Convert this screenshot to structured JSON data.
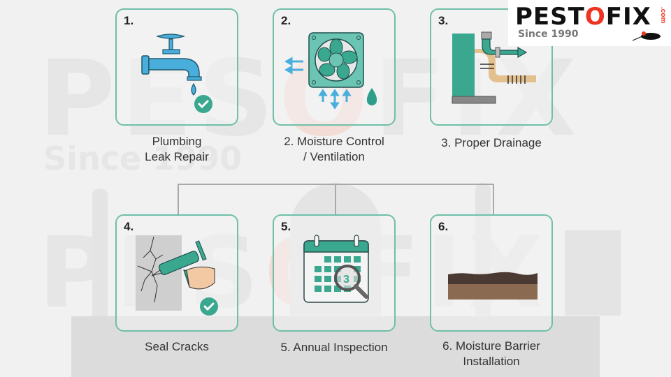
{
  "watermark": {
    "text": "PESTOFIX",
    "subtext": "Since 1990",
    "domain": ".com"
  },
  "logo": {
    "brand_prefix": "PEST",
    "brand_o": "O",
    "brand_suffix": "FIX",
    "tagline": "Since 1990",
    "domain": ".com"
  },
  "steps": [
    {
      "number": "1.",
      "caption_line1": "Plumbing",
      "caption_line2": "Leak Repair",
      "icon": "faucet-icon"
    },
    {
      "number": "2.",
      "caption_line1": "2. Moisture Control",
      "caption_line2": "/ Ventilation",
      "icon": "fan-icon"
    },
    {
      "number": "3.",
      "caption_line1": "3. Proper Drainage",
      "caption_line2": "",
      "icon": "drain-pipe-icon"
    },
    {
      "number": "4.",
      "caption_line1": "Seal Cracks",
      "caption_line2": "",
      "icon": "caulk-gun-icon"
    },
    {
      "number": "5.",
      "caption_line1": "5. Annual Inspection",
      "caption_line2": "",
      "icon": "calendar-magnifier-icon"
    },
    {
      "number": "6.",
      "caption_line1": "6. Moisture Barrier",
      "caption_line2": "Installation",
      "icon": "barrier-layer-icon"
    }
  ],
  "calendar_magnified_day": "3",
  "colors": {
    "card_border": "#6fbfa9",
    "teal": "#3aa88f",
    "water_blue": "#4aaedc",
    "check_green": "#3aa88f",
    "soil_dark": "#4a3a33",
    "soil_light": "#8b6a52",
    "logo_red": "#ee3322"
  }
}
